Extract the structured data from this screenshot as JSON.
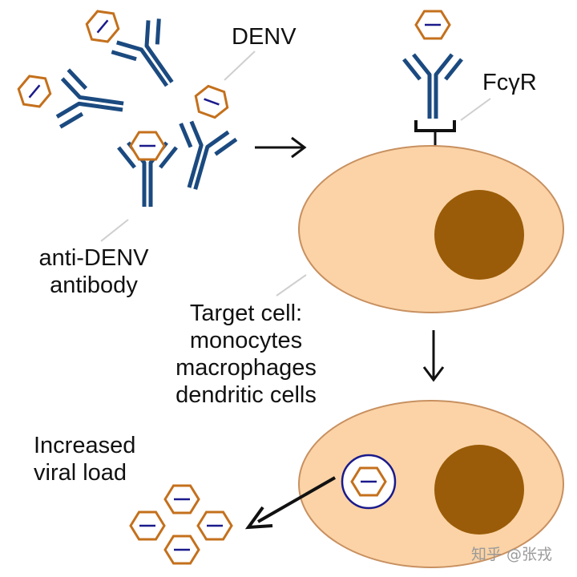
{
  "labels": {
    "denv": "DENV",
    "fcgr": "FcγR",
    "antibody_line1": "anti-DENV",
    "antibody_line2": "antibody",
    "target_line1": "Target cell:",
    "target_line2": "monocytes",
    "target_line3": "macrophages",
    "target_line4": "dendritic cells",
    "increased_line1": "Increased",
    "increased_line2": "viral load"
  },
  "watermark": "知乎 @张戎",
  "colors": {
    "antibody": "#1b4a80",
    "virus_outline": "#c4701c",
    "virus_core": "#1a1a8c",
    "cell_fill": "#fbd3a6",
    "cell_outline": "#c89060",
    "nucleus": "#9a5c08",
    "endosome": "#1a1a8c",
    "receptor": "#111111",
    "arrow": "#111111",
    "leader_line": "#cfcfcf"
  }
}
